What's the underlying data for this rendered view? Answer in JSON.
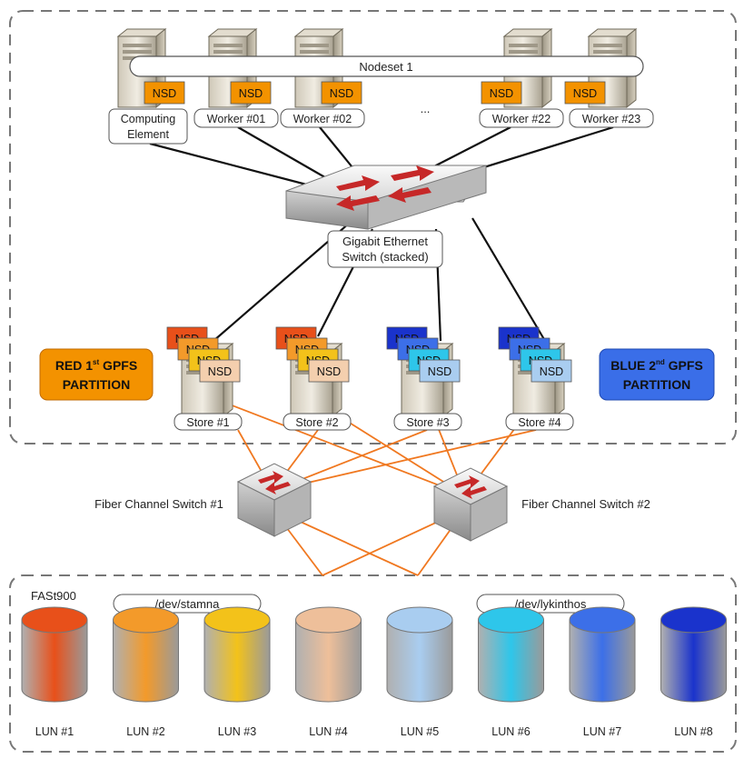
{
  "nodeset_label": "Nodeset 1",
  "nsd_label": "NSD",
  "ellipsis": "...",
  "compute_nodes": [
    {
      "name": "Computing Element",
      "name_line1": "Computing",
      "name_line2": "Element"
    },
    {
      "name": "Worker #01"
    },
    {
      "name": "Worker #02"
    },
    {
      "name": "Worker #22"
    },
    {
      "name": "Worker #23"
    }
  ],
  "ethernet_switch": {
    "line1": "Gigabit Ethernet",
    "line2": "Switch (stacked)"
  },
  "stores": [
    "Store #1",
    "Store #2",
    "Store #3",
    "Store #4"
  ],
  "partitions": {
    "red": {
      "line1_pre": "RED 1",
      "line1_sup": "st",
      "line1_post": " GPFS",
      "line2": "PARTITION",
      "color": "#f39200"
    },
    "blue": {
      "line1_pre": "BLUE 2",
      "line1_sup": "nd",
      "line1_post": " GPFS",
      "line2": "PARTITION",
      "color": "#3a6ee8"
    }
  },
  "fc_switches": [
    "Fiber Channel Switch #1",
    "Fiber Channel Switch #2"
  ],
  "storage_array": {
    "name": "FASt900",
    "groups": [
      "/dev/stamna",
      "/dev/lykinthos"
    ],
    "luns": [
      {
        "label": "LUN #1",
        "color": "#e8501a"
      },
      {
        "label": "LUN #2",
        "color": "#f39a2a"
      },
      {
        "label": "LUN #3",
        "color": "#f3c21a"
      },
      {
        "label": "LUN #4",
        "color": "#eebf9a"
      },
      {
        "label": "LUN #5",
        "color": "#a9cdf0"
      },
      {
        "label": "LUN #6",
        "color": "#2ec6ea"
      },
      {
        "label": "LUN #7",
        "color": "#3c6fe8"
      },
      {
        "label": "LUN #8",
        "color": "#1a33cc"
      }
    ]
  },
  "colors": {
    "ethernet_link": "#111111",
    "fc_link": "#f07820",
    "nsd_box": "#f39200",
    "border_dash": "#777777"
  }
}
